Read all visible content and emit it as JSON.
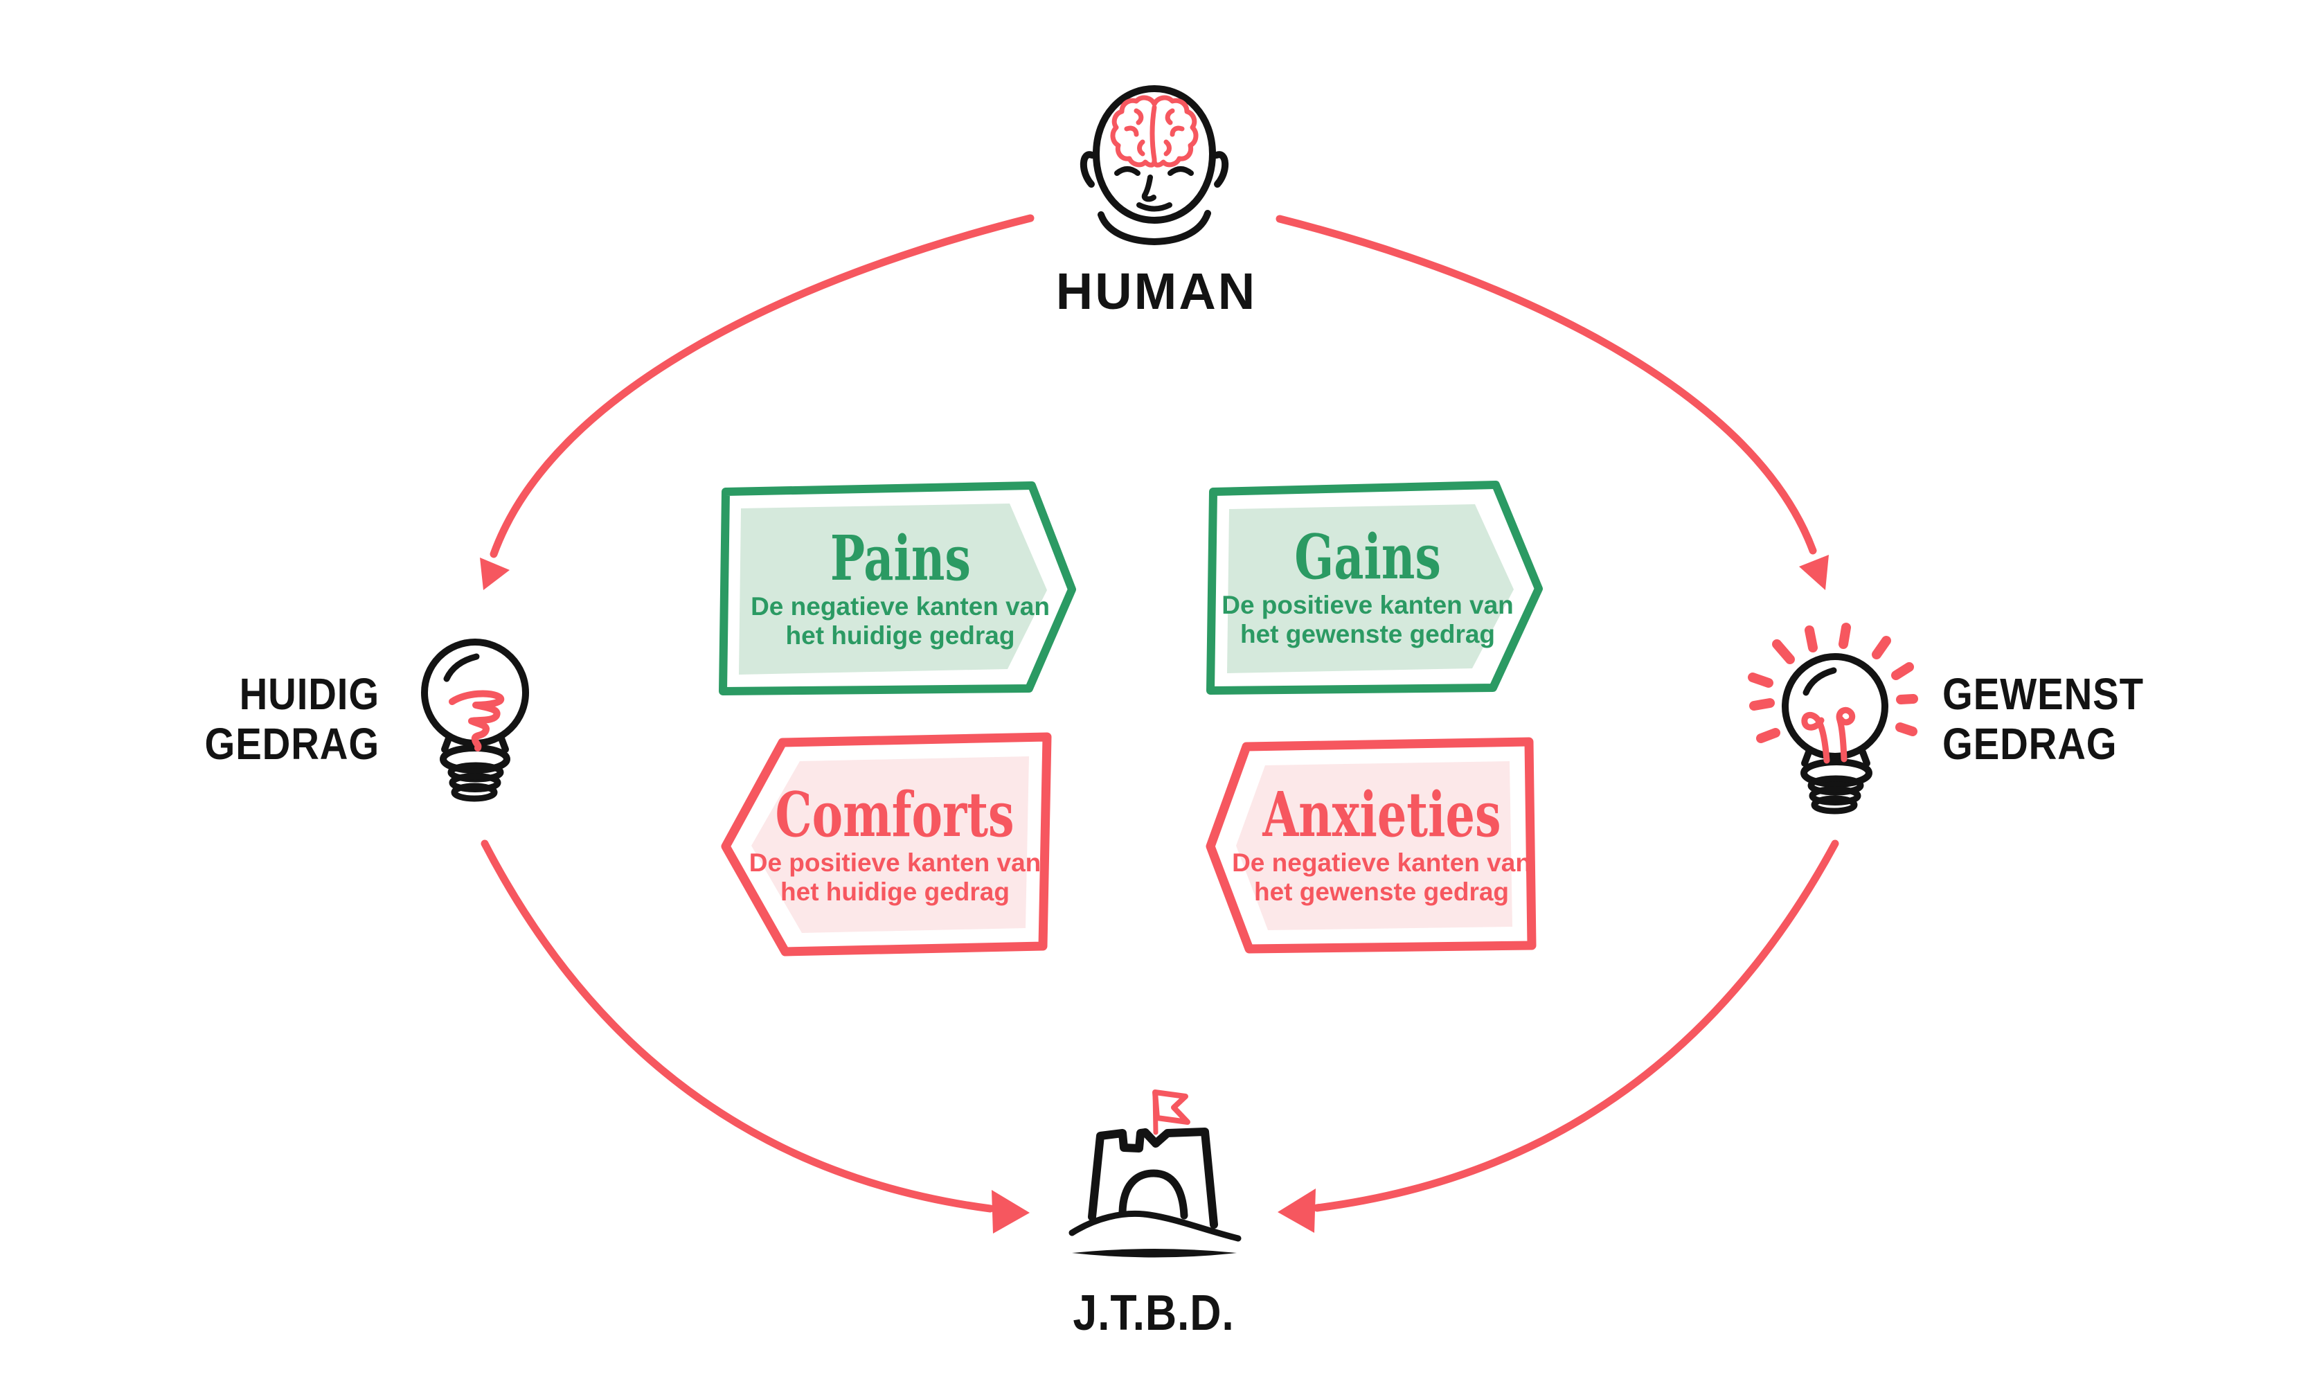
{
  "diagram": {
    "nodes": {
      "human": {
        "label": "HUMAN"
      },
      "huidig": {
        "line1": "HUIDIG",
        "line2": "GEDRAG"
      },
      "gewenst": {
        "line1": "GEWENST",
        "line2": "GEDRAG"
      },
      "jtbd": {
        "label": "J.T.B.D."
      }
    },
    "banners": [
      {
        "id": "pains",
        "title": "Pains",
        "subtitle1": "De negatieve kanten van",
        "subtitle2": "het huidige gedrag",
        "direction": "right",
        "theme": "green"
      },
      {
        "id": "gains",
        "title": "Gains",
        "subtitle1": "De positieve kanten van",
        "subtitle2": "het gewenste gedrag",
        "direction": "right",
        "theme": "green"
      },
      {
        "id": "comforts",
        "title": "Comforts",
        "subtitle1": "De positieve kanten van",
        "subtitle2": "het huidige gedrag",
        "direction": "left",
        "theme": "red"
      },
      {
        "id": "anxieties",
        "title": "Anxieties",
        "subtitle1": "De negatieve kanten van",
        "subtitle2": "het gewenste gedrag",
        "direction": "left",
        "theme": "red"
      }
    ],
    "icons": {
      "human": "head-with-brain-icon",
      "huidig": "lightbulb-scribble-icon",
      "gewenst": "lightbulb-lit-icon",
      "jtbd": "sandcastle-flag-icon"
    },
    "colors": {
      "accent_red": "#F6575F",
      "accent_green": "#2B9A63",
      "fill_green": "#D5E9DC",
      "fill_red": "#FCE8E9",
      "text_black": "#131313",
      "background": "#FFFFFF"
    }
  }
}
